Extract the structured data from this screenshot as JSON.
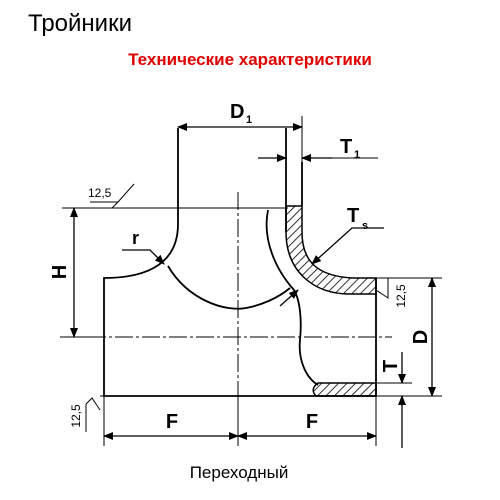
{
  "header": {
    "title": "Тройники",
    "subtitle": "Технические характеристики"
  },
  "drawing": {
    "labels": {
      "d1": "D",
      "d1_sub": "1",
      "t1": "T",
      "t1_sub": "1",
      "ts": "T",
      "ts_sub": "s",
      "r": "r",
      "h": "H",
      "d": "D",
      "t": "T",
      "f_left": "F",
      "f_right": "F",
      "roughness_top": "12,5",
      "roughness_right": "12,5",
      "roughness_left": "12,5"
    }
  },
  "caption": "Переходный"
}
